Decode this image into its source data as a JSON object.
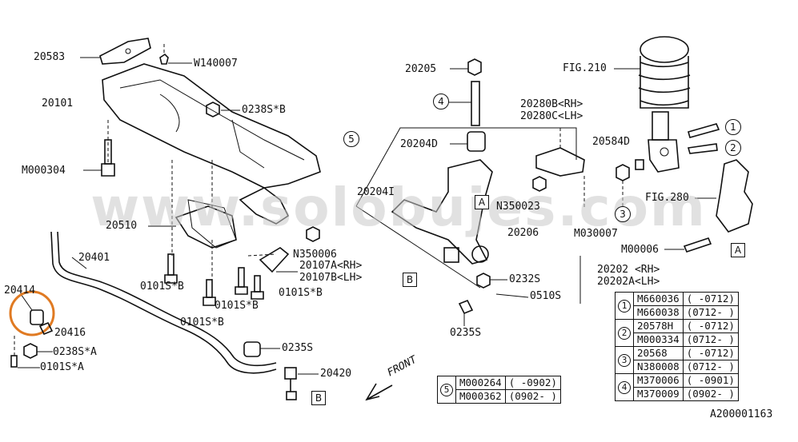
{
  "watermark": "www.solobujes.com",
  "diagram_id": "A200001163",
  "part_labels": {
    "p20583": "20583",
    "pW140007": "W140007",
    "p20101": "20101",
    "p0238SB": "0238S*B",
    "pM000304": "M000304",
    "p20510": "20510",
    "p0101SB_a": "0101S*B",
    "p0101SB_b": "0101S*B",
    "p0101SB_c": "0101S*B",
    "p0101SB_d": "0101S*B",
    "p20401": "20401",
    "p20414": "20414",
    "p20416": "20416",
    "p0238SA": "0238S*A",
    "p0101SA": "0101S*A",
    "pN350006": "N350006",
    "p20107A": "20107A<RH>",
    "p20107B": "20107B<LH>",
    "p0235S_a": "0235S",
    "p20420": "20420",
    "pFRONT": "FRONT",
    "p20205": "20205",
    "p20204D": "20204D",
    "p20204I": "20204I",
    "pN350023": "N350023",
    "pM030007": "M030007",
    "p20206": "20206",
    "p0232S": "0232S",
    "p0510S": "0510S",
    "p0235S_b": "0235S",
    "p20202": "20202 <RH>",
    "p20202A": "20202A<LH>",
    "p20280B": "20280B<RH>",
    "p20280C": "20280C<LH>",
    "pFIG210": "FIG.210",
    "p20584D": "20584D",
    "pFIG280": "FIG.280",
    "pM00006": "M00006"
  },
  "callouts": {
    "c1": "1",
    "c2": "2",
    "c3": "3",
    "c4": "4",
    "c5": "5",
    "refA": "A",
    "refB": "B"
  },
  "table_main": [
    {
      "num": "1",
      "rows": [
        [
          "M660036",
          "( -0712)"
        ],
        [
          "M660038",
          "(0712- )"
        ]
      ]
    },
    {
      "num": "2",
      "rows": [
        [
          "20578H",
          "( -0712)"
        ],
        [
          "M000334",
          "(0712- )"
        ]
      ]
    },
    {
      "num": "3",
      "rows": [
        [
          "20568",
          "( -0712)"
        ],
        [
          "N380008",
          "(0712- )"
        ]
      ]
    },
    {
      "num": "4",
      "rows": [
        [
          "M370006",
          "( -0901)"
        ],
        [
          "M370009",
          "(0902- )"
        ]
      ]
    }
  ],
  "table_small": {
    "num": "5",
    "rows": [
      [
        "M000264",
        "( -0902)"
      ],
      [
        "M000362",
        "(0902- )"
      ]
    ]
  }
}
